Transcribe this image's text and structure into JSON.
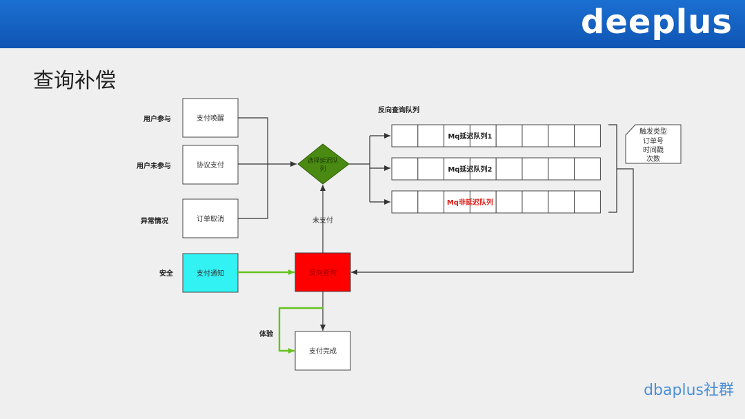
{
  "header": {
    "brand": "deeplus",
    "bar_color": "#1565c8"
  },
  "page": {
    "title": "查询补偿",
    "watermark": "dbaplus社群"
  },
  "diagram": {
    "row_labels": {
      "user_participate": "用户参与",
      "user_not_participate": "用户未参与",
      "exception": "异常情况",
      "security": "安全",
      "experience": "体验"
    },
    "boxes": {
      "pay_wakeup": "支付唤醒",
      "agreement_pay": "协议支付",
      "order_cancel": "订单取消",
      "pay_notify": "支付通知",
      "reverse_query": "反向查询",
      "pay_complete": "支付完成"
    },
    "diamond": {
      "line1": "选择延迟队",
      "line2": "列"
    },
    "unpaid_label": "未支付",
    "queue_title": "反向查询队列",
    "queues": [
      "Mq延迟队列1",
      "Mq延迟队列2",
      "Mq非延迟队列"
    ],
    "note": [
      "触发类型",
      "订单号",
      "时间戳",
      "次数"
    ],
    "colors": {
      "notify_fill": "#33f2f4",
      "reverse_fill": "#ff0000",
      "diamond_fill": "#4a8a12",
      "green_arrow": "#66c21e",
      "queue_red_text": "#e0201a"
    }
  }
}
